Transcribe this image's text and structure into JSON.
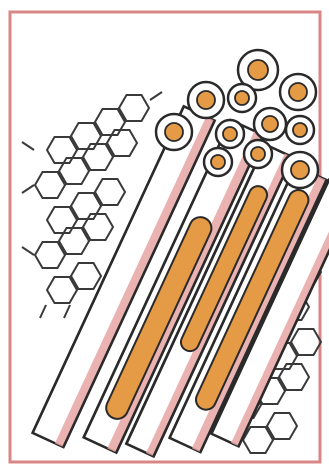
{
  "figure": {
    "frame_color": "#d98686",
    "tube_outer_fill": "#ffffff",
    "tube_shade_color": "#e7a4a4",
    "core_fill": "#e59a45",
    "outline_color": "#2a2a2a",
    "lattice_color": "#3a3a3a",
    "icon": "bundled-nanotubes-with-hexagonal-lattice",
    "tube_count": 9,
    "visible_long_tubes": 4
  }
}
